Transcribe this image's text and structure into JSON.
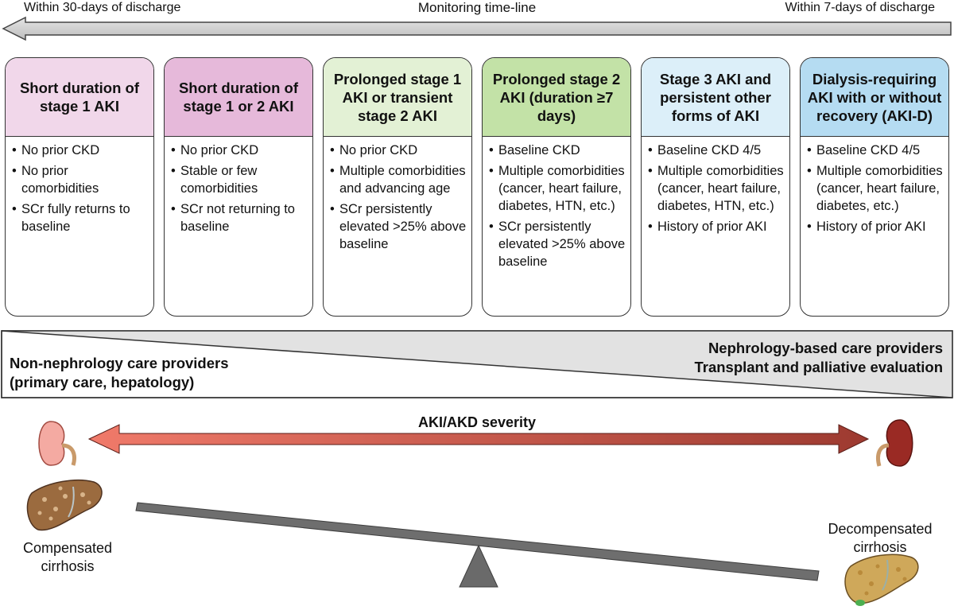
{
  "timeline": {
    "left_label": "Within 30-days of discharge",
    "center_label": "Monitoring time-line",
    "right_label": "Within 7-days of discharge"
  },
  "columns": [
    {
      "title": "Short duration of stage 1 AKI",
      "header_color": "#f1d7ea",
      "items": [
        "No prior CKD",
        "No prior comorbidities",
        "SCr fully returns to baseline"
      ]
    },
    {
      "title": "Short duration of stage 1 or 2 AKI",
      "header_color": "#e6b9da",
      "items": [
        "No prior CKD",
        "Stable or few comorbidities",
        "SCr not returning to baseline"
      ]
    },
    {
      "title": "Prolonged stage 1 AKI or transient stage 2 AKI",
      "header_color": "#e3f1d5",
      "items": [
        "No prior CKD",
        "Multiple comorbidities and advancing age",
        "SCr persistently elevated >25% above baseline"
      ]
    },
    {
      "title": "Prolonged stage 2 AKI (duration ≥7 days)",
      "header_color": "#c3e2a7",
      "items": [
        "Baseline CKD",
        "Multiple comorbidities (cancer, heart failure, diabetes, HTN, etc.)",
        "SCr persistently elevated >25% above baseline"
      ]
    },
    {
      "title": "Stage 3 AKI and persistent other forms of AKI",
      "header_color": "#dceff9",
      "items": [
        "Baseline CKD 4/5",
        "Multiple comorbidities (cancer, heart failure, diabetes, HTN, etc.)",
        "History of prior AKI"
      ]
    },
    {
      "title": "Dialysis-requiring AKI with or without recovery (AKI-D)",
      "header_color": "#b5dcf2",
      "items": [
        "Baseline CKD 4/5",
        "Multiple comorbidities (cancer, heart failure, diabetes, etc.)",
        "History of prior AKI"
      ]
    }
  ],
  "providers": {
    "left_line1": "Non-nephrology care providers",
    "left_line2": "(primary care, hepatology)",
    "right_line1": "Nephrology-based care providers",
    "right_line2": "Transplant and palliative evaluation"
  },
  "severity": {
    "label": "AKI/AKD severity",
    "color_low": "#f07a6a",
    "color_high": "#9d3a30"
  },
  "cirrhosis": {
    "left_line1": "Compensated",
    "left_line2": "cirrhosis",
    "right_line1": "Decompensated",
    "right_line2": "cirrhosis"
  }
}
